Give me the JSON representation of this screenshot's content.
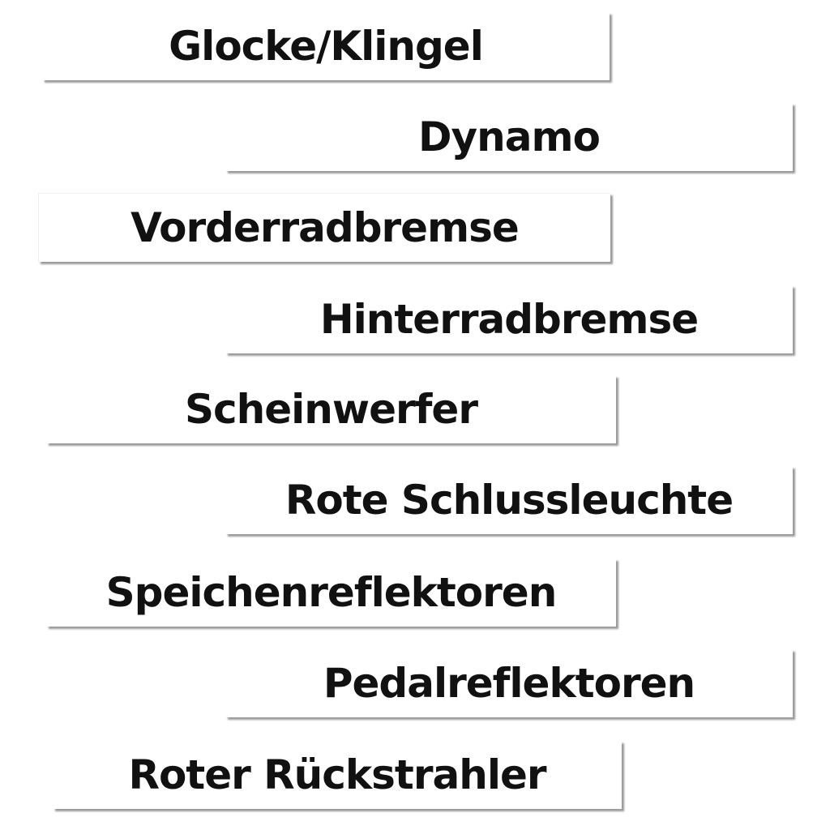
{
  "labels": [
    "Glocke/Klingel",
    "Dynamo",
    "Vorderradbremse",
    "Hinterradbremse",
    "Scheinwerfer",
    "Rote Schlussleuchte",
    "Speichenreflektoren",
    "Pedalreflektoren",
    "Roter Rückstrahler"
  ]
}
